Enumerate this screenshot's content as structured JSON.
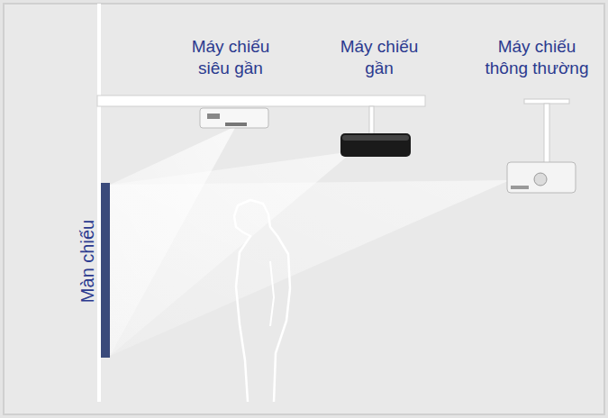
{
  "diagram": {
    "labels": [
      "Máy chiếu siêu gần",
      "Máy chiếu gần",
      "Máy chiếu thông thường",
      "Màn chiếu"
    ]
  }
}
